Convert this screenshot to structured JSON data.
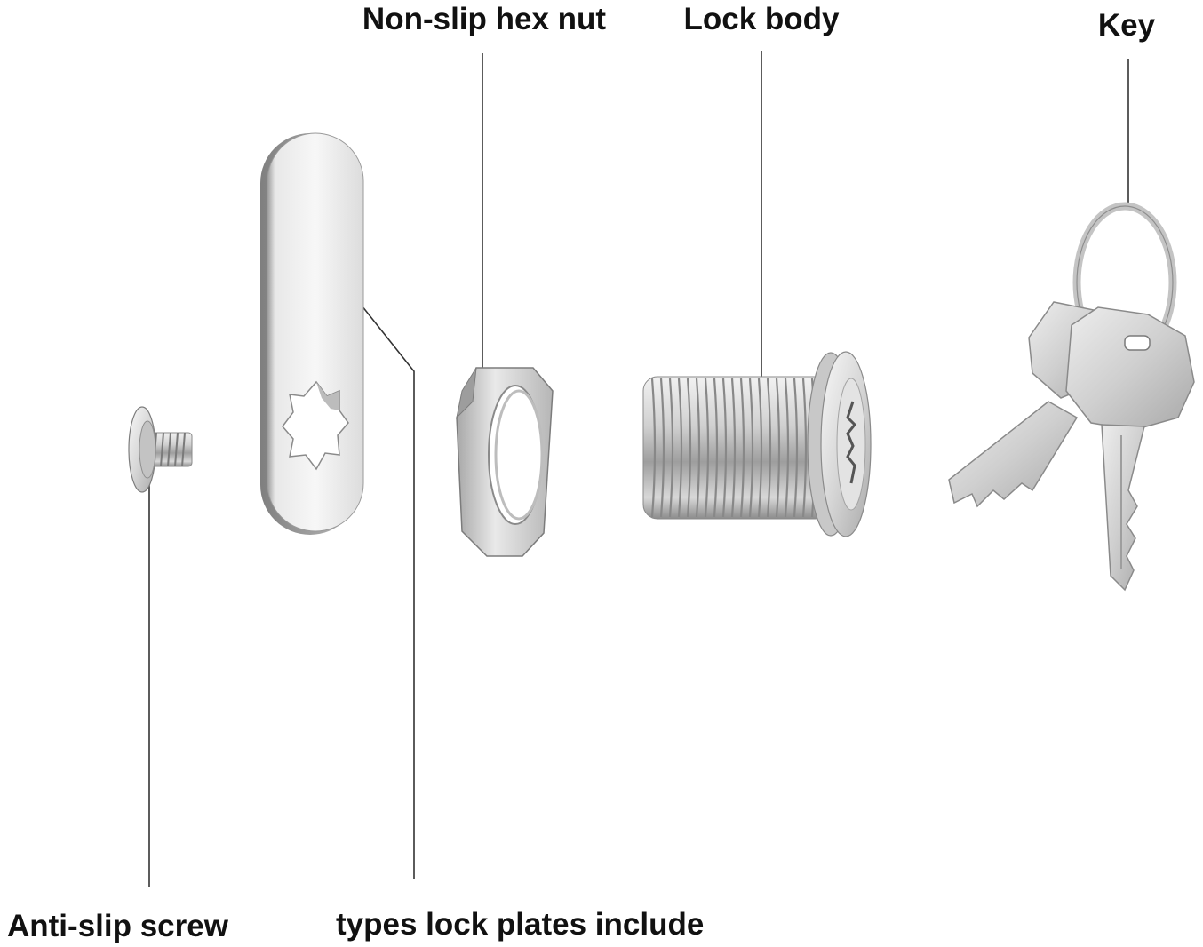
{
  "labels": {
    "hex_nut": "Non-slip hex nut",
    "lock_body": "Lock body",
    "key": "Key",
    "screw": "Anti-slip screw",
    "plates": "types lock plates include"
  },
  "colors": {
    "text": "#111111",
    "leader_line": "#333333",
    "metal_light": "#f4f4f4",
    "metal_mid": "#c9c9c9",
    "metal_dark": "#8a8a8a",
    "background": "#ffffff"
  }
}
